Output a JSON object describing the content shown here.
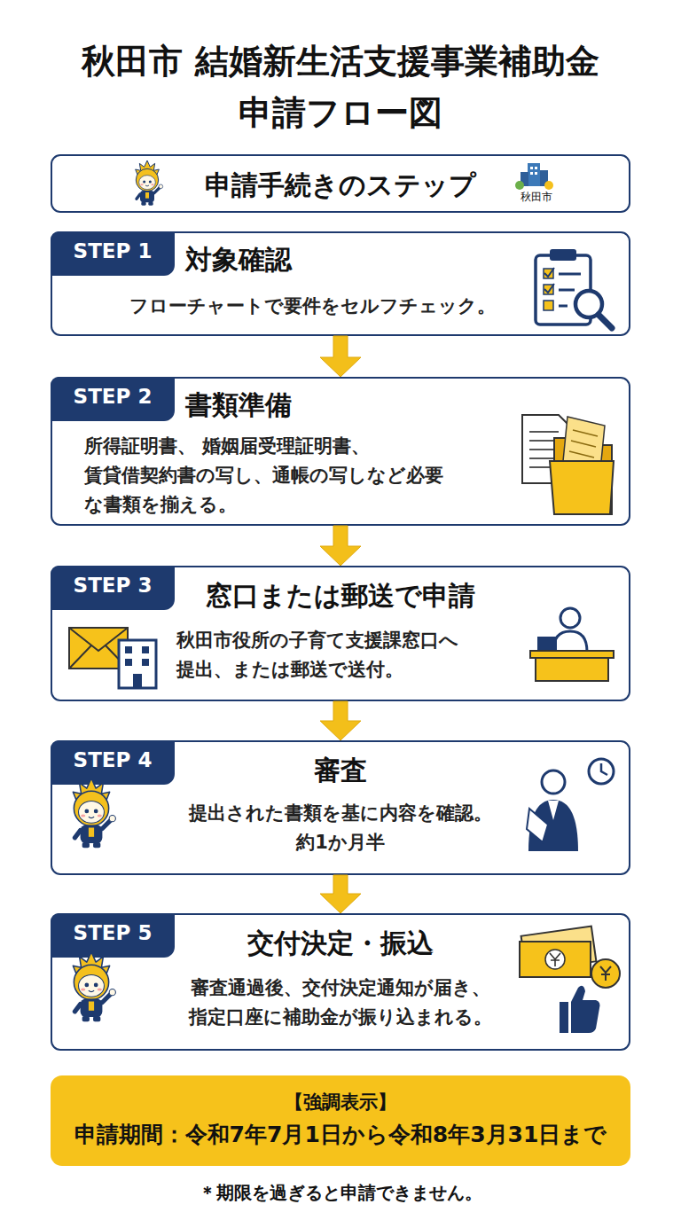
{
  "diagram": {
    "title": "秋田市 結婚新生活支援事業補助金 申請フロー図",
    "nodes": [
      {
        "text": [
          "申請手続きのステップ",
          "秋田市"
        ]
      },
      {
        "text": [
          "対象確認",
          "フローチャートで要件をセルフチェック。"
        ]
      },
      {
        "text": [
          "STEP 1"
        ],
        "in": 1
      },
      {
        "text": [
          "書類準備",
          "所得証明書、 婚姻届受理証明書、 賃貸借契約書の写し、通帳の写しなど必要 な書類を揃える。"
        ]
      },
      {
        "text": [
          "STEP 2"
        ],
        "in": 3
      },
      {
        "text": [
          "窓口または郵送で申請",
          "秋田市役所の子育て支援課窓口へ 提出、または郵送で送付。"
        ]
      },
      {
        "text": [
          "STEP 3"
        ],
        "in": 5
      },
      {
        "text": [
          "審査",
          "提出された書類を基に内容を確認。",
          "約1か月半"
        ]
      },
      {
        "text": [
          "STEP 4"
        ],
        "in": 7
      },
      {
        "text": [
          "交付決定・振込",
          "審査通過後、交付決定通知が届き、 指定口座に補助金が振り込まれる。"
        ]
      },
      {
        "text": [
          "STEP 5"
        ],
        "in": 9
      },
      {
        "text": [
          "【強調表示】",
          "申請期間：令和7年7月1日から令和8年3月31日まで"
        ]
      }
    ],
    "edges": [
      {
        "from": 1,
        "to": 3,
        "arrow": "to"
      },
      {
        "from": 3,
        "to": 5,
        "arrow": "to"
      },
      {
        "from": 5,
        "to": 7,
        "arrow": "to"
      },
      {
        "from": 7,
        "to": 9,
        "arrow": "to"
      }
    ],
    "labels": [
      "＊期限を過ぎると申請できません。"
    ]
  }
}
